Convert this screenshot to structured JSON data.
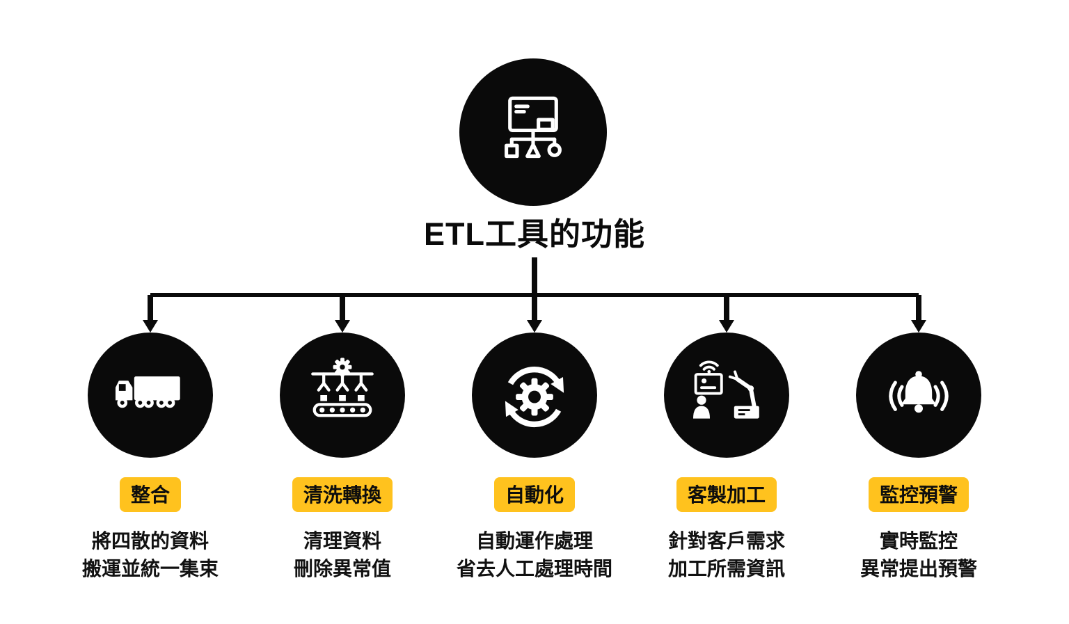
{
  "title": "ETL工具的功能",
  "top": {
    "icon": "data-sitemap-folder-icon"
  },
  "branches": [
    {
      "icon": "delivery-truck-icon",
      "label": "整合",
      "desc": [
        "將四散的資料",
        "搬運並統一集束"
      ]
    },
    {
      "icon": "sorting-conveyor-claw-icon",
      "label": "清洗轉換",
      "desc": [
        "清理資料",
        "刪除異常值"
      ]
    },
    {
      "icon": "gear-cycle-icon",
      "label": "自動化",
      "desc": [
        "自動運作處理",
        "省去人工處理時間"
      ]
    },
    {
      "icon": "robot-arm-workstation-icon",
      "label": "客製加工",
      "desc": [
        "針對客戶需求",
        "加工所需資訊"
      ]
    },
    {
      "icon": "alert-bell-icon",
      "label": "監控預警",
      "desc": [
        "實時監控",
        "異常提出預警"
      ]
    }
  ],
  "colors": {
    "badge_bg": "#FFC21E",
    "node_bg": "#0A0A0A",
    "line": "#0A0A0A",
    "text": "#111111",
    "background": "#FFFFFF"
  }
}
